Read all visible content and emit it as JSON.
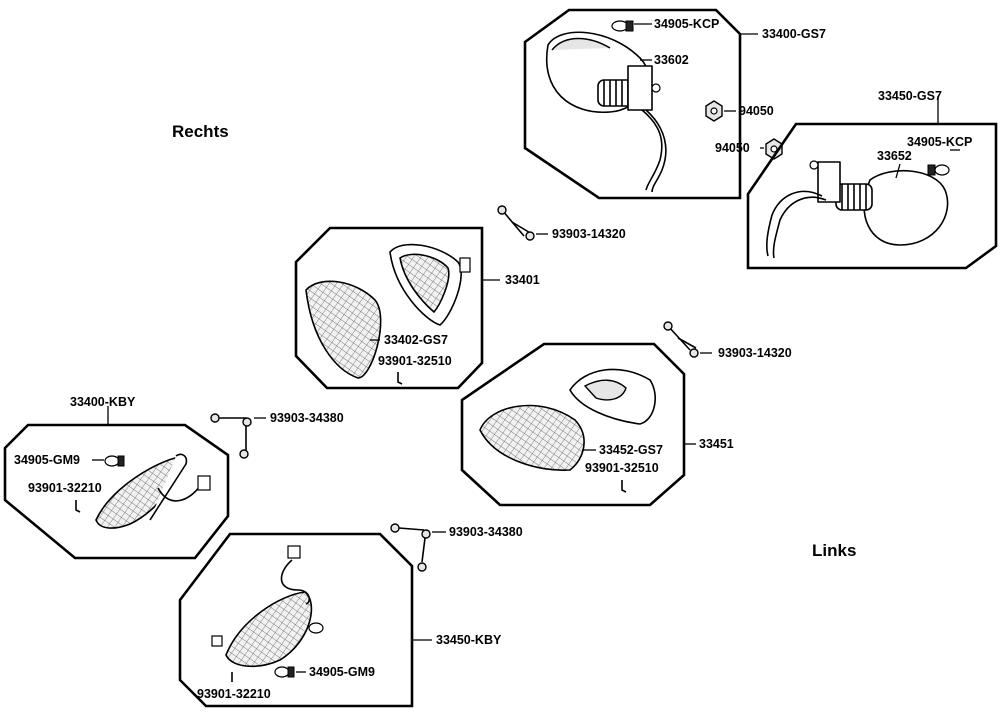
{
  "sides": {
    "right": "Rechts",
    "left": "Links"
  },
  "labels": {
    "p34905_kcp_top": "34905-KCP",
    "p33400_gs7": "33400-GS7",
    "p33602": "33602",
    "p94050_a": "94050",
    "p94050_b": "94050",
    "p33450_gs7": "33450-GS7",
    "p34905_kcp_right": "34905-KCP",
    "p33652": "33652",
    "p93903_14320_a": "93903-14320",
    "p33401": "33401",
    "p33402_gs7": "33402-GS7",
    "p93901_32510_a": "93901-32510",
    "p93903_14320_b": "93903-14320",
    "p33400_kby": "33400-KBY",
    "p93903_34380_a": "93903-34380",
    "p34905_gm9_a": "34905-GM9",
    "p93901_32210_a": "93901-32210",
    "p33451": "33451",
    "p33452_gs7": "33452-GS7",
    "p93901_32510_b": "93901-32510",
    "p93903_34380_b": "93903-34380",
    "p33450_kby": "33450-KBY",
    "p34905_gm9_b": "34905-GM9",
    "p93901_32210_b": "93901-32210"
  }
}
